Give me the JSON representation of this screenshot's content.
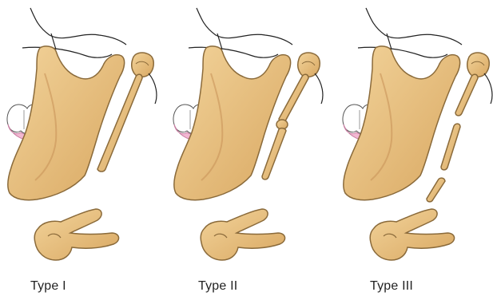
{
  "panels": [
    {
      "label": "Type I"
    },
    {
      "label": "Type II"
    },
    {
      "label": "Type III"
    }
  ],
  "colors": {
    "bone_fill": "#e8bf7c",
    "bone_shade": "#d6a460",
    "bone_stroke": "#8a6a3a",
    "tooth_fill": "#ffffff",
    "gum_fill": "#f2b8d2",
    "line": "#222222",
    "background": "#ffffff"
  }
}
